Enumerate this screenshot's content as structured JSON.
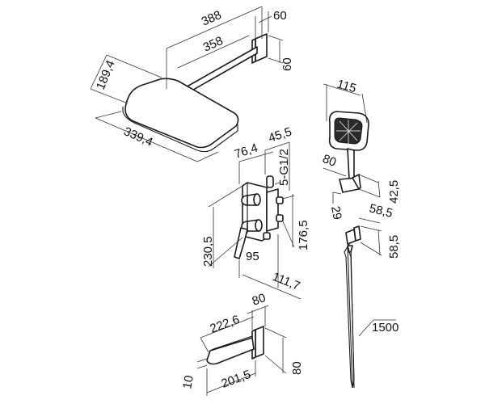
{
  "diagram": {
    "rain_shower": {
      "arm_length_total": "388",
      "arm_length_inner": "358",
      "bracket_width": "60",
      "bracket_height": "60",
      "head_width": "189,4",
      "head_depth": "339,4"
    },
    "mixer_valve": {
      "overall_depth": "45,5",
      "plate_width": "76,4",
      "outlets": "5-G1/2",
      "inlet_spacing": "176,5",
      "plate_height": "230,5",
      "handle_depth": "95",
      "total_depth": "111,7"
    },
    "hand_shower": {
      "head_width": "115",
      "holder_projection": "80",
      "holder_height": "42,5",
      "holder_width": "29",
      "outlet_projection": "58,5",
      "outlet_height": "58,5",
      "hose_length": "1500"
    },
    "spout": {
      "length_total": "222,6",
      "plate_width": "80",
      "plate_height": "80",
      "spout_length": "201,5",
      "spout_height": "10"
    }
  }
}
